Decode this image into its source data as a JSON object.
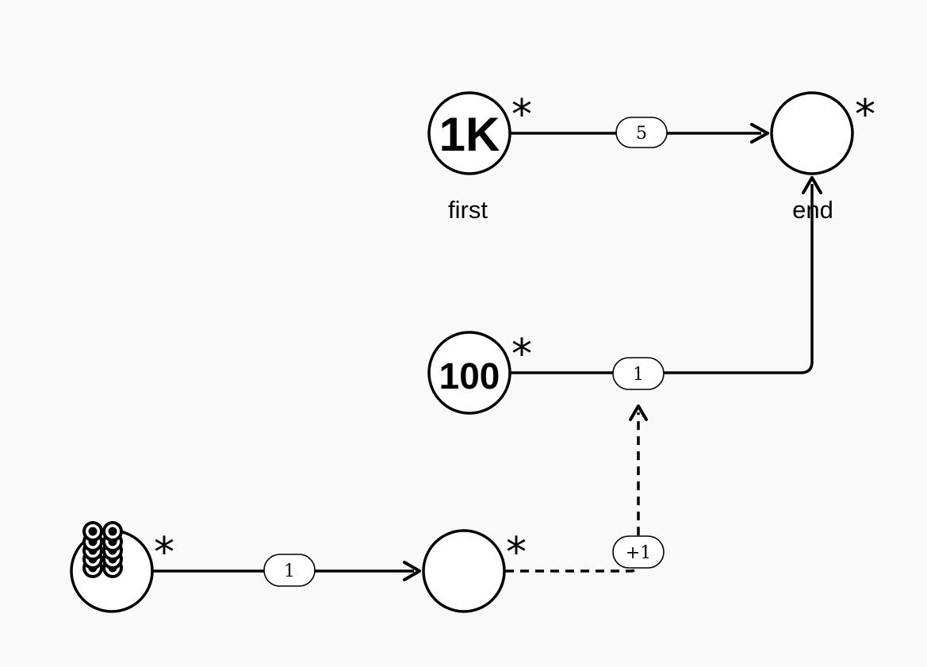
{
  "nodes": {
    "first": {
      "value": "1K",
      "marker": "*",
      "caption": "first"
    },
    "end": {
      "value": "",
      "marker": "*",
      "caption": "end"
    },
    "hundred": {
      "value": "100",
      "marker": "*"
    },
    "source": {
      "marker": "*",
      "token_icon": "stacked-tokens-icon"
    },
    "middle": {
      "value": "",
      "marker": "*"
    }
  },
  "edges": {
    "first_to_end": {
      "label": "5",
      "style": "solid"
    },
    "hundred_to_end": {
      "label": "1",
      "style": "solid"
    },
    "source_to_middle": {
      "label": "1",
      "style": "solid"
    },
    "middle_to_hundred_edge": {
      "label": "+1",
      "style": "dashed"
    }
  }
}
